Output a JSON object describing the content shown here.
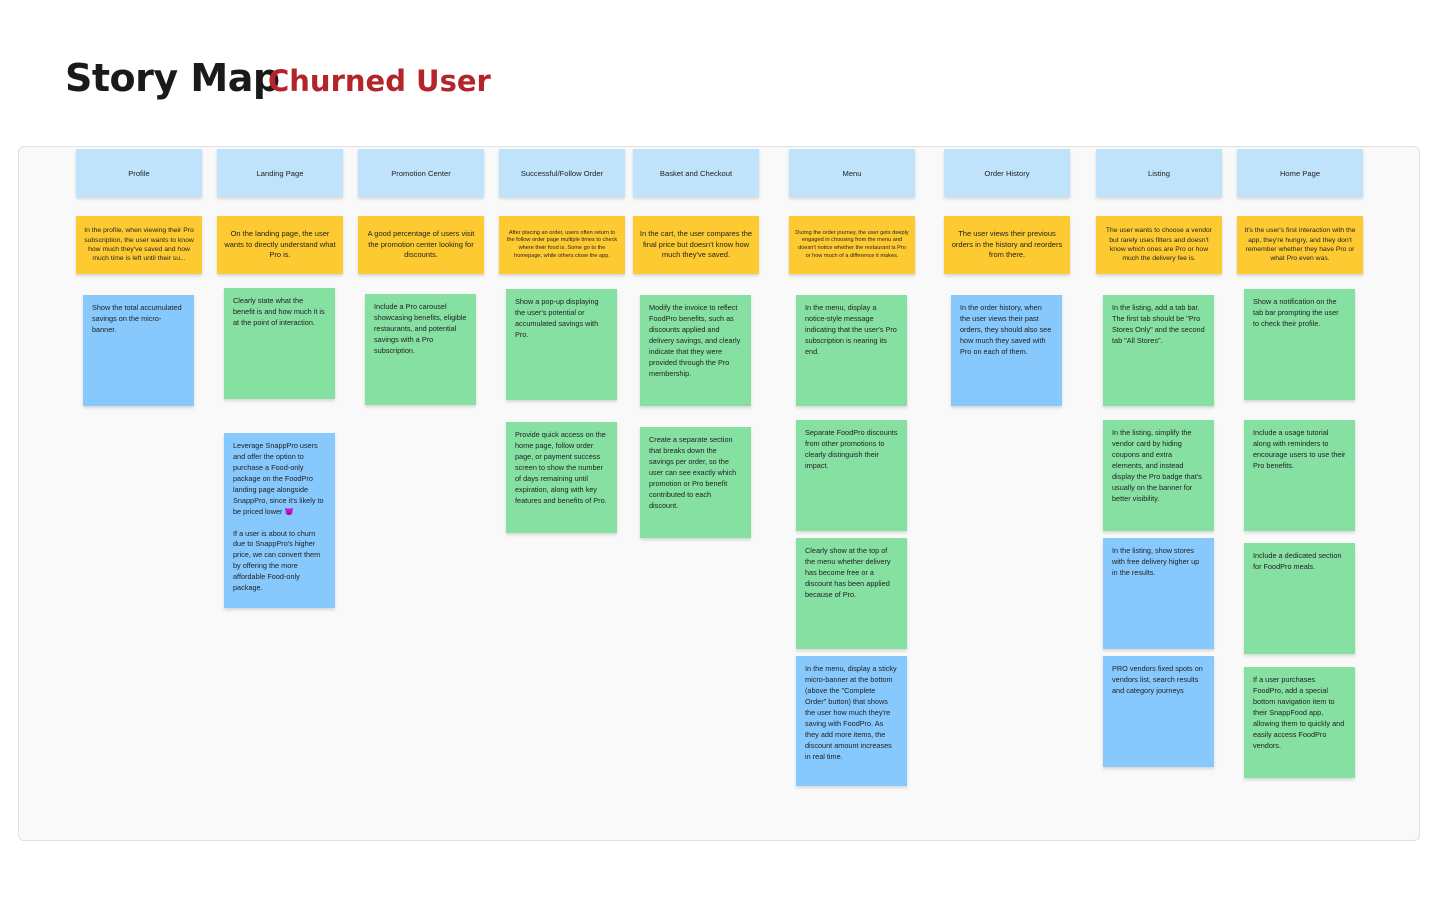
{
  "header": {
    "title": "Story Map",
    "subtitle": "Churned User"
  },
  "colors": {
    "activity": "#bfe3fb",
    "task": "#fdcb31",
    "story_green": "#86e0a1",
    "story_blue": "#87c8fd",
    "subtitle": "#b3242b"
  },
  "columns": [
    {
      "activity": "Profile",
      "task": "In the profile, when viewing their Pro subscription, the user wants to know how much they've saved and how much time is left until their su...",
      "stories": [
        {
          "text": "Show the total accumulated savings on the micro-banner.",
          "color": "blue"
        }
      ]
    },
    {
      "activity": "Landing Page",
      "task": "On the landing page, the user wants to directly understand what Pro is.",
      "stories": [
        {
          "text": "Clearly state what the benefit is and how much it is at the point of interaction.",
          "color": "green"
        },
        {
          "text": "Leverage SnappPro users and offer the option to purchase a Food-only package on the FoodPro landing page alongside SnappPro, since it's likely to be priced lower 😈\n\nIf a user is about to churn due to SnappPro's higher price, we can convert them by offering the more affordable Food-only package.",
          "color": "blue"
        }
      ]
    },
    {
      "activity": "Promotion Center",
      "task": "A good percentage of users visit the promotion center looking for discounts.",
      "stories": [
        {
          "text": "Include a Pro carousel showcasing benefits, eligible restaurants, and potential savings with a Pro subscription.",
          "color": "green"
        }
      ]
    },
    {
      "activity": "Successful/Follow Order",
      "task": "After placing an order, users often return to the follow order page multiple times to check where their food is. Some go to the homepage, while others close the app.",
      "stories": [
        {
          "text": "Show a pop-up displaying the user's potential or accumulated savings with Pro.",
          "color": "green"
        },
        {
          "text": "Provide quick access on the home page, follow order page, or payment success screen to show the number of days remaining until expiration, along with key features and benefits of Pro.",
          "color": "green"
        }
      ]
    },
    {
      "activity": "Basket and Checkout",
      "task": "In the cart, the user compares the final price but doesn't know how much they've saved.",
      "stories": [
        {
          "text": "Modify the invoice to reflect FoodPro benefits, such as discounts applied and delivery savings, and clearly indicate that they were provided through the Pro membership.",
          "color": "green"
        },
        {
          "text": "Create a separate section that breaks down the savings per order, so the user can see exactly which promotion or Pro benefit contributed to each discount.",
          "color": "green"
        }
      ]
    },
    {
      "activity": "Menu",
      "task": "During the order journey, the user gets deeply engaged in choosing from the menu and doesn't notice whether the restaurant is Pro or how much of a difference it makes.",
      "stories": [
        {
          "text": "In the menu, display a notice-style message indicating that the user's Pro subscription is nearing its end.",
          "color": "green"
        },
        {
          "text": "Separate FoodPro discounts from other promotions to clearly distinguish their impact.",
          "color": "green"
        },
        {
          "text": "Clearly show at the top of the menu whether delivery has become free or a discount has been applied because of Pro.",
          "color": "green"
        },
        {
          "text": "In the menu, display a sticky micro-banner at the bottom (above the \"Complete Order\" button) that shows the user how much they're saving with FoodPro. As they add more items, the discount amount increases in real time.",
          "color": "blue"
        }
      ]
    },
    {
      "activity": "Order History",
      "task": "The user views their previous orders in the history and reorders from there.",
      "stories": [
        {
          "text": "In the order history, when the user views their past orders, they should also see how much they saved with Pro on each of them.",
          "color": "blue"
        }
      ]
    },
    {
      "activity": "Listing",
      "task": "The user wants to choose a vendor but rarely uses filters and doesn't know which ones are Pro or how much the delivery fee is.",
      "stories": [
        {
          "text": "In the listing, add a tab bar. The first tab should be \"Pro Stores Only\" and the second tab \"All Stores\".",
          "color": "green"
        },
        {
          "text": "In the listing, simplify the vendor card by hiding coupons and extra elements, and instead display the Pro badge that's usually on the banner for better visibility.",
          "color": "green"
        },
        {
          "text": "In the listing, show stores with free delivery higher up in the results.",
          "color": "blue"
        },
        {
          "text": "PRO vendors fixed spots on vendors list, search results and category journeys",
          "color": "blue"
        }
      ]
    },
    {
      "activity": "Home Page",
      "task": "It's the user's first interaction with the app, they're hungry, and they don't remember whether they have Pro or what Pro even was.",
      "stories": [
        {
          "text": "Show a notification on the tab bar prompting the user to check their profile.",
          "color": "green"
        },
        {
          "text": "Include a usage tutorial along with reminders to encourage users to use their Pro benefits.",
          "color": "green"
        },
        {
          "text": "Include a dedicated section for FoodPro meals.",
          "color": "green"
        },
        {
          "text": "If a user purchases FoodPro, add a special bottom navigation item to their SnappFood app, allowing them to quickly and easily access FoodPro vendors.",
          "color": "green"
        }
      ]
    }
  ]
}
